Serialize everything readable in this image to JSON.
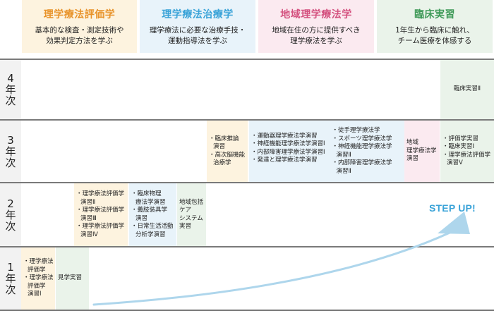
{
  "categories": [
    {
      "title": "理学療法評価学",
      "desc": [
        "基本的な検査・測定技術や",
        "効果判定方法を学ぶ"
      ],
      "title_color": "#e8932a",
      "bg": "#fdf3df"
    },
    {
      "title": "理学療法治療学",
      "desc": [
        "理学療法に必要な治療手技・",
        "運動指導法を学ぶ"
      ],
      "title_color": "#3aa3d8",
      "bg": "#e8f3fa"
    },
    {
      "title": "地域理学療法学",
      "desc": [
        "地域在住の方に提供すべき",
        "理学療法を学ぶ"
      ],
      "title_color": "#d4517f",
      "bg": "#fbeaf0"
    },
    {
      "title": "臨床実習",
      "desc": [
        "1年生から臨床に触れ、",
        "チーム医療を体感する"
      ],
      "title_color": "#3f9a58",
      "bg": "#eaf3ea"
    }
  ],
  "years": {
    "y4": [
      "4",
      "年",
      "次"
    ],
    "y3": [
      "3",
      "年",
      "次"
    ],
    "y2": [
      "2",
      "年",
      "次"
    ],
    "y1": [
      "1",
      "年",
      "次"
    ]
  },
  "cells": {
    "y4_clinical": [
      "臨床実習Ⅱ"
    ],
    "y3_evaluation": [
      "・臨床推論",
      "演習",
      "・高次脳機能",
      "治療学"
    ],
    "y3_treatment_a": [
      "・運動器理学療法学演習",
      "・神経機能理学療法学演習Ⅰ",
      "・内部障害理学療法学演習Ⅰ",
      "・発達と理学療法学演習"
    ],
    "y3_treatment_b": [
      "・徒手理学療法学",
      "・スポーツ理学療法学",
      "・神経機能理学療法学",
      "演習Ⅱ",
      "・内部障害理学療法学",
      "演習Ⅱ"
    ],
    "y3_community": [
      "地域",
      "理学療法学",
      "演習"
    ],
    "y3_clinical": [
      "・評価学実習",
      "・臨床実習Ⅰ",
      "・理学療法評価学",
      "演習Ⅴ"
    ],
    "y2_evaluation": [
      "・理学療法評価学",
      "演習Ⅱ",
      "・理学療法評価学",
      "演習Ⅲ",
      "・理学療法評価学",
      "演習Ⅳ"
    ],
    "y2_treatment": [
      "・臨床物理",
      "療法学演習",
      "・義肢装具学",
      "演習",
      "・日常生活活動",
      "分析学演習"
    ],
    "y2_community": [
      "地域包括",
      "ケア",
      "システム",
      "実習"
    ],
    "y1_evaluation": [
      "・理学療法",
      "評価学",
      "・理学療法",
      "評価学",
      "演習Ⅰ"
    ],
    "y1_clinical": [
      "見学実習"
    ]
  },
  "step_up": "STEP UP!",
  "colors": {
    "arrow": "#aed6ec",
    "step_text": "#3aa3d8",
    "divider": "#7a7a7a"
  }
}
